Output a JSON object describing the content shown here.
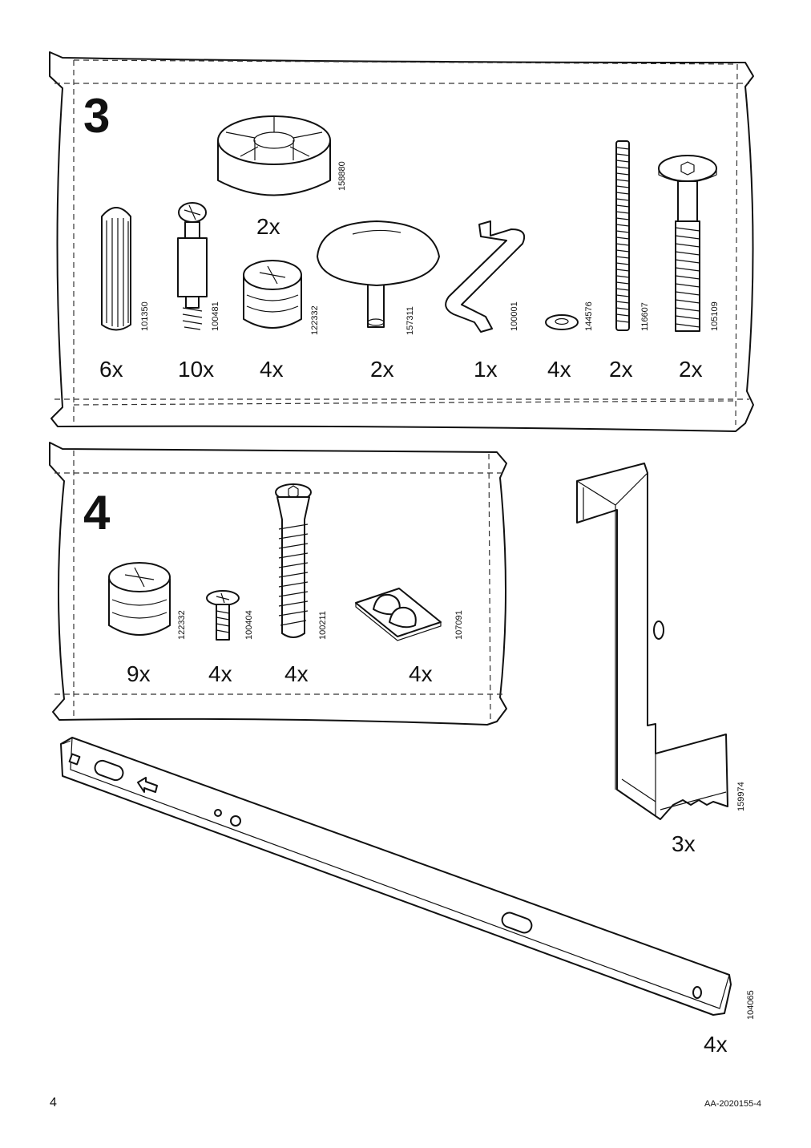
{
  "bag3": {
    "step": "3",
    "parts": [
      {
        "id": "101350",
        "qty": "6x",
        "icon": "wood-dowel-icon"
      },
      {
        "id": "100481",
        "qty": "10x",
        "icon": "cam-bolt-icon"
      },
      {
        "id": "122332",
        "qty": "4x",
        "icon": "cam-lock-icon"
      },
      {
        "id": "158880",
        "qty": "2x",
        "icon": "round-spacer-icon"
      },
      {
        "id": "157311",
        "qty": "2x",
        "icon": "knob-icon"
      },
      {
        "id": "100001",
        "qty": "1x",
        "icon": "allen-key-icon"
      },
      {
        "id": "144576",
        "qty": "4x",
        "icon": "washer-icon"
      },
      {
        "id": "116607",
        "qty": "2x",
        "icon": "threaded-rod-icon"
      },
      {
        "id": "105109",
        "qty": "2x",
        "icon": "connector-bolt-icon"
      }
    ]
  },
  "bag4": {
    "step": "4",
    "parts": [
      {
        "id": "122332",
        "qty": "9x",
        "icon": "cam-lock-icon"
      },
      {
        "id": "100404",
        "qty": "4x",
        "icon": "short-screw-icon"
      },
      {
        "id": "100211",
        "qty": "4x",
        "icon": "long-screw-icon"
      },
      {
        "id": "107091",
        "qty": "4x",
        "icon": "bumper-pads-icon"
      }
    ]
  },
  "loose": [
    {
      "id": "159974",
      "qty": "3x",
      "icon": "bracket-hook-icon"
    },
    {
      "id": "104065",
      "qty": "4x",
      "icon": "metal-rail-icon"
    }
  ],
  "footer": {
    "page": "4",
    "doc_code": "AA-2020155-4"
  }
}
